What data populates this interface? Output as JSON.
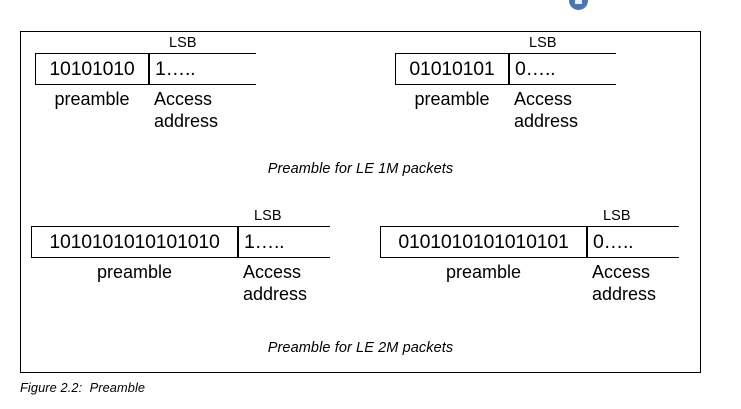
{
  "decor": {
    "badge_icon": "blue-circle-icon",
    "badge_color": "#4a74b8"
  },
  "figure": {
    "caption": "Figure 2.2:  Preamble",
    "border_color": "#000000"
  },
  "sections": [
    {
      "id": "le-1m",
      "caption": "Preamble for LE 1M packets",
      "diagrams": [
        {
          "lsb_label": "LSB",
          "preamble_value": "10101010",
          "access_value": "1…..",
          "preamble_label": "preamble",
          "access_label_line1": "Access",
          "access_label_line2": "address"
        },
        {
          "lsb_label": "LSB",
          "preamble_value": "01010101",
          "access_value": "0…..",
          "preamble_label": "preamble",
          "access_label_line1": "Access",
          "access_label_line2": "address"
        }
      ]
    },
    {
      "id": "le-2m",
      "caption": "Preamble for LE 2M packets",
      "diagrams": [
        {
          "lsb_label": "LSB",
          "preamble_value": "1010101010101010",
          "access_value": "1…..",
          "preamble_label": "preamble",
          "access_label_line1": "Access",
          "access_label_line2": "address"
        },
        {
          "lsb_label": "LSB",
          "preamble_value": "0101010101010101",
          "access_value": "0…..",
          "preamble_label": "preamble",
          "access_label_line1": "Access",
          "access_label_line2": "address"
        }
      ]
    }
  ]
}
